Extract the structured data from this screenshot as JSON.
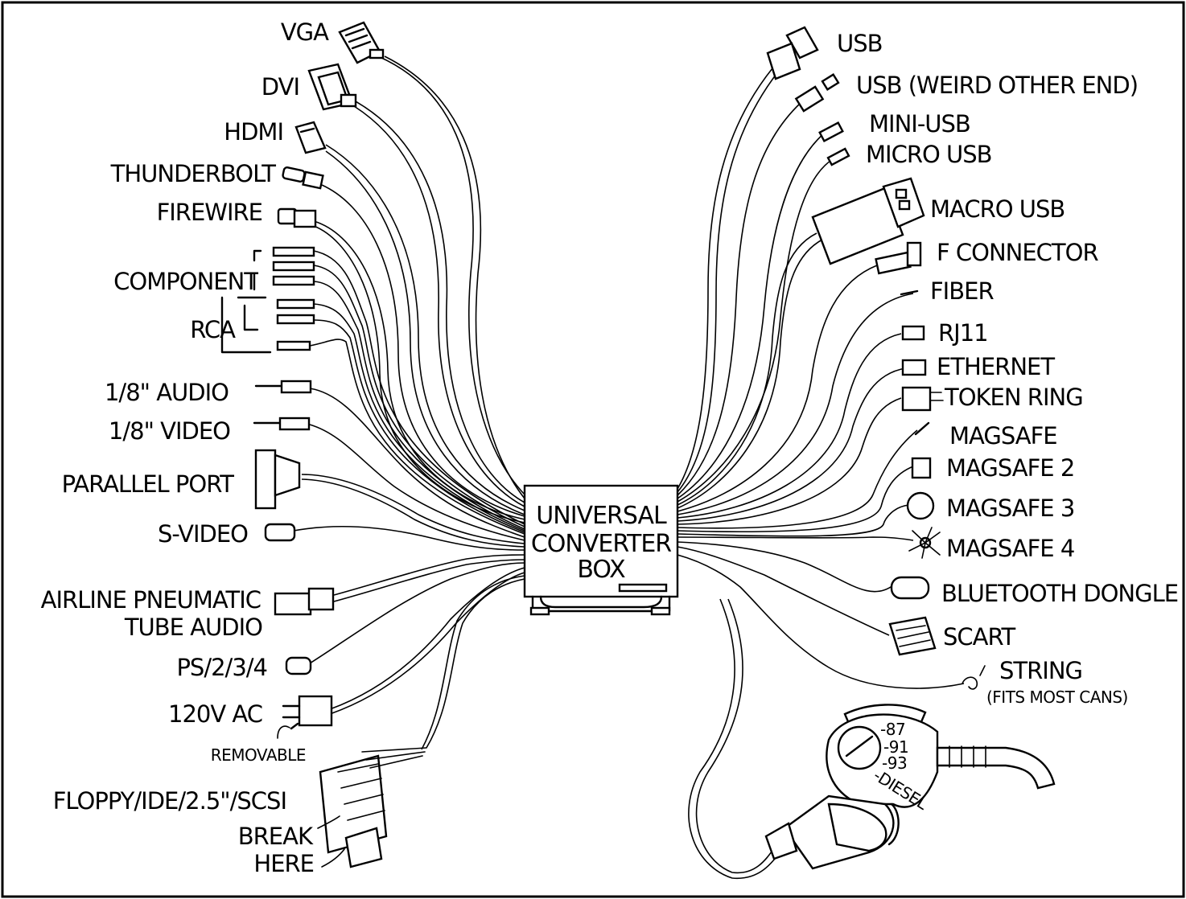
{
  "box": {
    "lines": [
      "UNIVERSAL",
      "CONVERTER",
      "BOX"
    ]
  },
  "left": {
    "vga": "VGA",
    "dvi": "DVI",
    "hdmi": "HDMI",
    "thunderbolt": "THUNDERBOLT",
    "firewire": "FIREWIRE",
    "component": "COMPONENT",
    "rca": "RCA",
    "audio": "1/8\" AUDIO",
    "video": "1/8\" VIDEO",
    "parallel": "PARALLEL PORT",
    "svideo": "S-VIDEO",
    "airline_1": "AIRLINE PNEUMATIC",
    "airline_2": "TUBE AUDIO",
    "ps2": "PS/2/3/4",
    "ac": "120V AC",
    "removable": "REMOVABLE",
    "floppy": "FLOPPY/IDE/2.5\"/SCSI",
    "break_1": "BREAK",
    "break_2": "HERE"
  },
  "right": {
    "usb": "USB",
    "usb_weird": "USB (WEIRD OTHER END)",
    "mini_usb": "MINI-USB",
    "micro_usb": "MICRO USB",
    "macro_usb": "MACRO USB",
    "f_connector": "F CONNECTOR",
    "fiber": "FIBER",
    "rj11": "RJ11",
    "ethernet": "ETHERNET",
    "token_ring": "TOKEN RING",
    "magsafe": "MAGSAFE",
    "magsafe2": "MAGSAFE 2",
    "magsafe3": "MAGSAFE 3",
    "magsafe4": "MAGSAFE 4",
    "bluetooth": "BLUETOOTH DONGLE",
    "scart": "SCART",
    "string_1": "STRING",
    "string_2": "(FITS MOST CANS)"
  },
  "pump": {
    "g87": "-87",
    "g91": "-91",
    "g93": "-93",
    "diesel": "-DIESEL"
  }
}
